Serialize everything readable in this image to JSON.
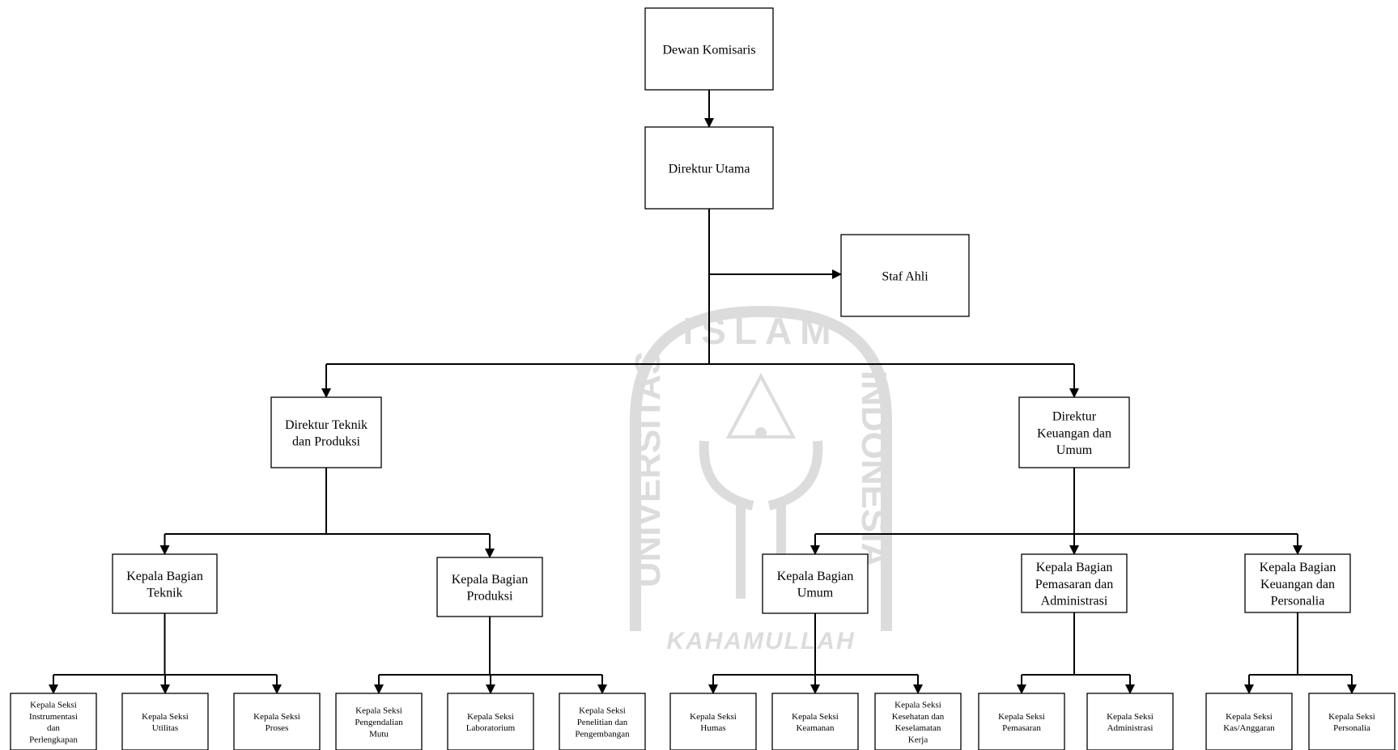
{
  "watermark": {
    "top_text": "ISLAM",
    "left_text": "UNIVERSITAS",
    "right_text": "INDONESIA",
    "signature_text": "KAHAMULLAH"
  },
  "nodes": {
    "dewan_komisaris": [
      "Dewan Komisaris"
    ],
    "direktur_utama": [
      "Direktur Utama"
    ],
    "staf_ahli": [
      "Staf Ahli"
    ],
    "direktur_teknik": [
      "Direktur Teknik",
      "dan Produksi"
    ],
    "direktur_keuangan": [
      "Direktur",
      "Keuangan dan",
      "Umum"
    ],
    "kabag_teknik": [
      "Kepala Bagian",
      "Teknik"
    ],
    "kabag_produksi": [
      "Kepala Bagian",
      "Produksi"
    ],
    "kabag_umum": [
      "Kepala Bagian",
      "Umum"
    ],
    "kabag_pemasaran": [
      "Kepala Bagian",
      "Pemasaran dan",
      "Administrasi"
    ],
    "kabag_keuangan": [
      "Kepala Bagian",
      "Keuangan dan",
      "Personalia"
    ],
    "kasi_instrumentasi": [
      "Kepala Seksi",
      "Instrumentasi",
      "dan",
      "Perlengkapan"
    ],
    "kasi_utilitas": [
      "Kepala Seksi",
      "Utilitas"
    ],
    "kasi_proses": [
      "Kepala Seksi",
      "Proses"
    ],
    "kasi_pengendalian": [
      "Kepala Seksi",
      "Pengendalian",
      "Mutu"
    ],
    "kasi_laboratorium": [
      "Kepala Seksi",
      "Laboratorium"
    ],
    "kasi_penelitian": [
      "Kepala Seksi",
      "Penelitian dan",
      "Pengembangan"
    ],
    "kasi_humas": [
      "Kepala Seksi",
      "Humas"
    ],
    "kasi_keamanan": [
      "Kepala Seksi",
      "Keamanan"
    ],
    "kasi_k3": [
      "Kepala Seksi",
      "Kesehatan dan",
      "Keselamatan",
      "Kerja"
    ],
    "kasi_pemasaran": [
      "Kepala Seksi",
      "Pemasaran"
    ],
    "kasi_administrasi": [
      "Kepala Seksi",
      "Administrasi"
    ],
    "kasi_kas": [
      "Kepala Seksi",
      "Kas/Anggaran"
    ],
    "kasi_personalia": [
      "Kepala Seksi",
      "Personalia"
    ]
  },
  "edges": [
    [
      "dewan_komisaris",
      "direktur_utama"
    ],
    [
      "direktur_utama",
      "staf_ahli"
    ],
    [
      "direktur_utama",
      "direktur_teknik"
    ],
    [
      "direktur_utama",
      "direktur_keuangan"
    ],
    [
      "direktur_teknik",
      "kabag_teknik"
    ],
    [
      "direktur_teknik",
      "kabag_produksi"
    ],
    [
      "direktur_keuangan",
      "kabag_umum"
    ],
    [
      "direktur_keuangan",
      "kabag_pemasaran"
    ],
    [
      "direktur_keuangan",
      "kabag_keuangan"
    ],
    [
      "kabag_teknik",
      "kasi_instrumentasi"
    ],
    [
      "kabag_teknik",
      "kasi_utilitas"
    ],
    [
      "kabag_teknik",
      "kasi_proses"
    ],
    [
      "kabag_produksi",
      "kasi_pengendalian"
    ],
    [
      "kabag_produksi",
      "kasi_laboratorium"
    ],
    [
      "kabag_produksi",
      "kasi_penelitian"
    ],
    [
      "kabag_umum",
      "kasi_humas"
    ],
    [
      "kabag_umum",
      "kasi_keamanan"
    ],
    [
      "kabag_umum",
      "kasi_k3"
    ],
    [
      "kabag_pemasaran",
      "kasi_pemasaran"
    ],
    [
      "kabag_pemasaran",
      "kasi_administrasi"
    ],
    [
      "kabag_keuangan",
      "kasi_kas"
    ],
    [
      "kabag_keuangan",
      "kasi_personalia"
    ]
  ]
}
